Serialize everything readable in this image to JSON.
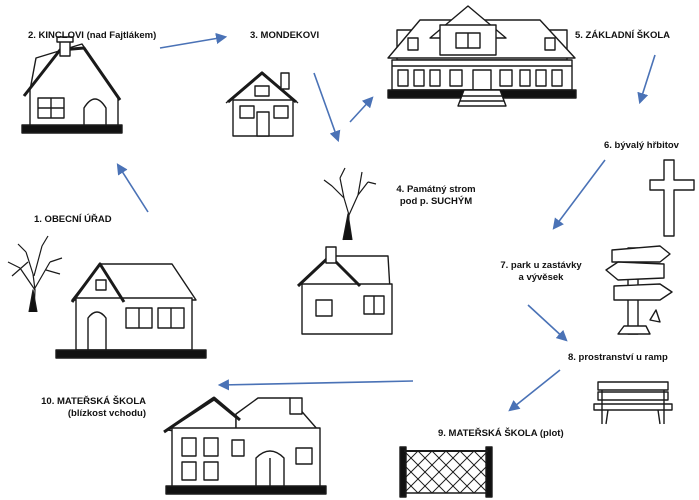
{
  "stops": [
    {
      "id": "obecni-urad",
      "label": "1.   OBECNÍ ÚŘAD"
    },
    {
      "id": "kinclovi",
      "label": "2. KINCLOVI (nad Fajtlákem)"
    },
    {
      "id": "mondekovi",
      "label": "3. MONDEKOVI"
    },
    {
      "id": "pamatny-strom",
      "lines": [
        "4. Památný strom",
        "pod p. SUCHÝM"
      ]
    },
    {
      "id": "zakladni-skola",
      "label": "5. ZÁKLADNÍ ŠKOLA"
    },
    {
      "id": "byvaly-hrbitov",
      "label": "6. bývalý hřbitov"
    },
    {
      "id": "park",
      "lines": [
        "7. park u zastávky",
        "a vývěsek"
      ]
    },
    {
      "id": "prostranstvi",
      "label": "8. prostranství u ramp"
    },
    {
      "id": "ms-plot",
      "label": "9. MATEŘSKÁ ŠKOLA (plot)"
    },
    {
      "id": "ms-vchod",
      "lines": [
        "10. MATEŘSKÁ ŠKOLA",
        "(blízkost vchodu)"
      ]
    }
  ],
  "colors": {
    "arrow": "#4a72b6",
    "stroke": "#1a1a1a"
  },
  "icons": [
    "house-icon",
    "cottage-icon",
    "school-building-icon",
    "tree-icon",
    "cross-icon",
    "signpost-icon",
    "bench-icon",
    "fence-icon"
  ]
}
